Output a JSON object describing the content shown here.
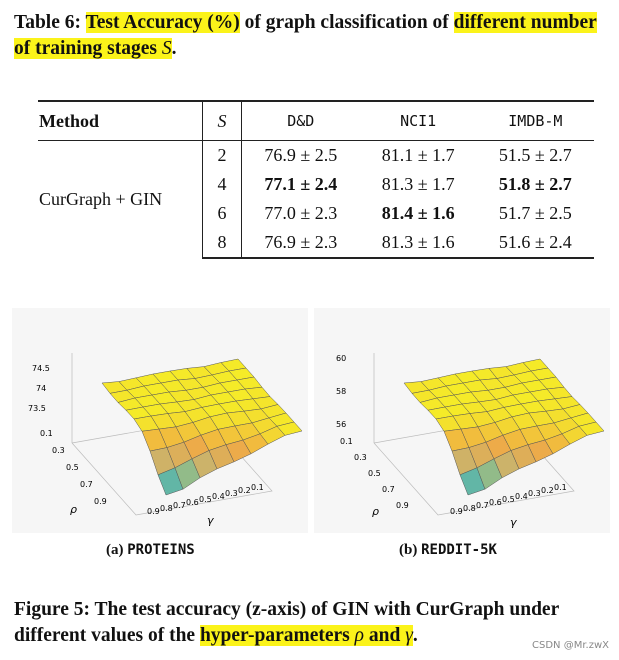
{
  "table": {
    "caption_prefix": "Table 6:",
    "caption_hl1": "Test Accuracy (%)",
    "caption_mid": " of graph classification of ",
    "caption_hl2": "different number of training stages",
    "caption_var": "S",
    "caption_end": ".",
    "headers": [
      "Method",
      "S",
      "D&D",
      "NCI1",
      "IMDB-M"
    ],
    "method": "CurGraph + GIN",
    "rows": [
      {
        "s": "2",
        "dd": "76.9 ± 2.5",
        "nci": "81.1 ± 1.7",
        "imdb": "51.5 ± 2.7"
      },
      {
        "s": "4",
        "dd": "77.1 ± 2.4",
        "nci": "81.3 ± 1.7",
        "imdb": "51.8 ± 2.7"
      },
      {
        "s": "6",
        "dd": "77.0 ± 2.3",
        "nci": "81.4 ± 1.6",
        "imdb": "51.7 ± 2.5"
      },
      {
        "s": "8",
        "dd": "76.9 ± 2.3",
        "nci": "81.3 ± 1.6",
        "imdb": "51.6 ± 2.4"
      }
    ]
  },
  "plots": {
    "a": {
      "z_ticks": [
        "74.5",
        "74",
        "73.5"
      ],
      "rho_ticks": [
        "0.1",
        "0.3",
        "0.5",
        "0.7",
        "0.9"
      ],
      "gamma_ticks": [
        "0.9",
        "0.8",
        "0.7",
        "0.6",
        "0.5",
        "0.4",
        "0.3",
        "0.2",
        "0.1"
      ],
      "rho_label": "ρ",
      "gamma_label": "γ",
      "sub_prefix": "(a)",
      "sub_name": "PROTEINS"
    },
    "b": {
      "z_ticks": [
        "60",
        "58",
        "56"
      ],
      "rho_ticks": [
        "0.1",
        "0.3",
        "0.5",
        "0.7",
        "0.9"
      ],
      "gamma_ticks": [
        "0.9",
        "0.8",
        "0.7",
        "0.6",
        "0.5",
        "0.4",
        "0.3",
        "0.2",
        "0.1"
      ],
      "rho_label": "ρ",
      "gamma_label": "γ",
      "sub_prefix": "(b)",
      "sub_name": "REDDIT-5K"
    }
  },
  "figure": {
    "caption_a": "Figure 5: The test accuracy (z-axis) of GIN with CurGraph under different values of the ",
    "caption_hl": "hyper-parameters",
    "caption_rho": "ρ",
    "caption_and": " and ",
    "caption_gamma": "γ",
    "caption_end": "."
  },
  "watermark": "CSDN @Mr.zwX"
}
